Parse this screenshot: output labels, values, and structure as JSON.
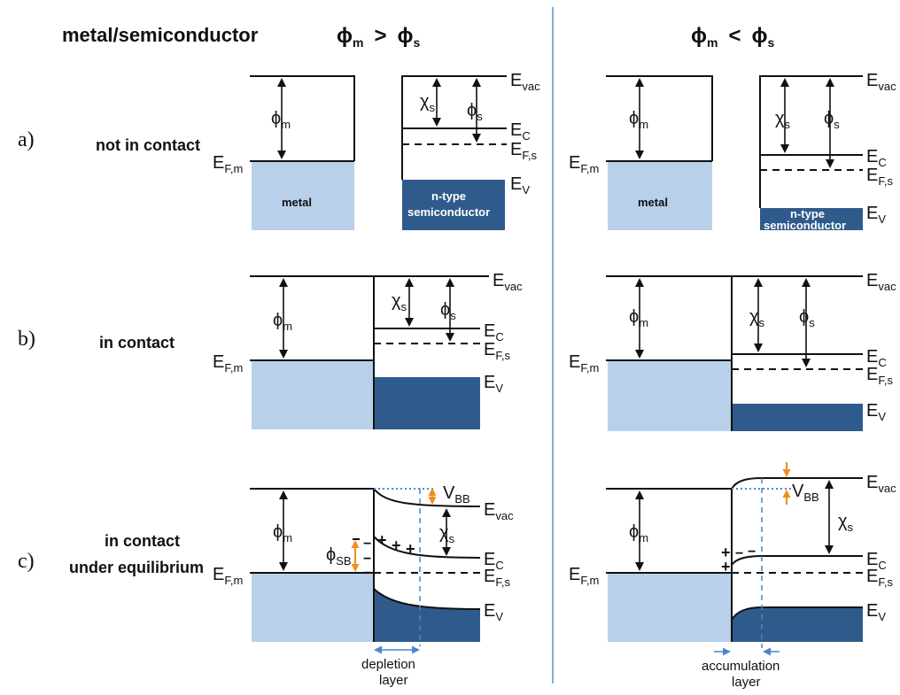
{
  "header": {
    "title": "metal/semiconductor",
    "left_condition": {
      "phi": "ϕ",
      "m": "m",
      "op": ">",
      "s": "s"
    },
    "right_condition": {
      "phi": "ϕ",
      "m": "m",
      "op": "<",
      "s": "s"
    }
  },
  "rows": [
    {
      "marker": "a)",
      "label_line1": "not in contact",
      "label_line2": ""
    },
    {
      "marker": "b)",
      "label_line1": "in contact",
      "label_line2": ""
    },
    {
      "marker": "c)",
      "label_line1": "in contact",
      "label_line2": "under equilibrium"
    }
  ],
  "symbols": {
    "E": "E",
    "vac": "vac",
    "C": "C",
    "V": "V",
    "Fs": "F,s",
    "Fm": "F,m",
    "phi": "ϕ",
    "chi": "χ",
    "m": "m",
    "s": "s",
    "SB": "SB",
    "BB": "BB"
  },
  "block_labels": {
    "metal": "metal",
    "ntype_line1": "n-type",
    "ntype_line2": "semiconductor"
  },
  "bottom_labels": {
    "depletion_line1": "depletion",
    "depletion_line2": "layer",
    "accumulation_line1": "accumulation",
    "accumulation_line2": "layer"
  },
  "charges": {
    "plus": "+",
    "minus": "−"
  },
  "colors": {
    "metal_fill": "#b8d0ea",
    "semiconductor_fill": "#2f5b8c",
    "divider": "#5b8fc6",
    "dotted_blue": "#4a86c8",
    "depletion_dash": "#4a86c8",
    "orange_arrow": "#f08c1e",
    "green_charge": "#22c55e"
  }
}
